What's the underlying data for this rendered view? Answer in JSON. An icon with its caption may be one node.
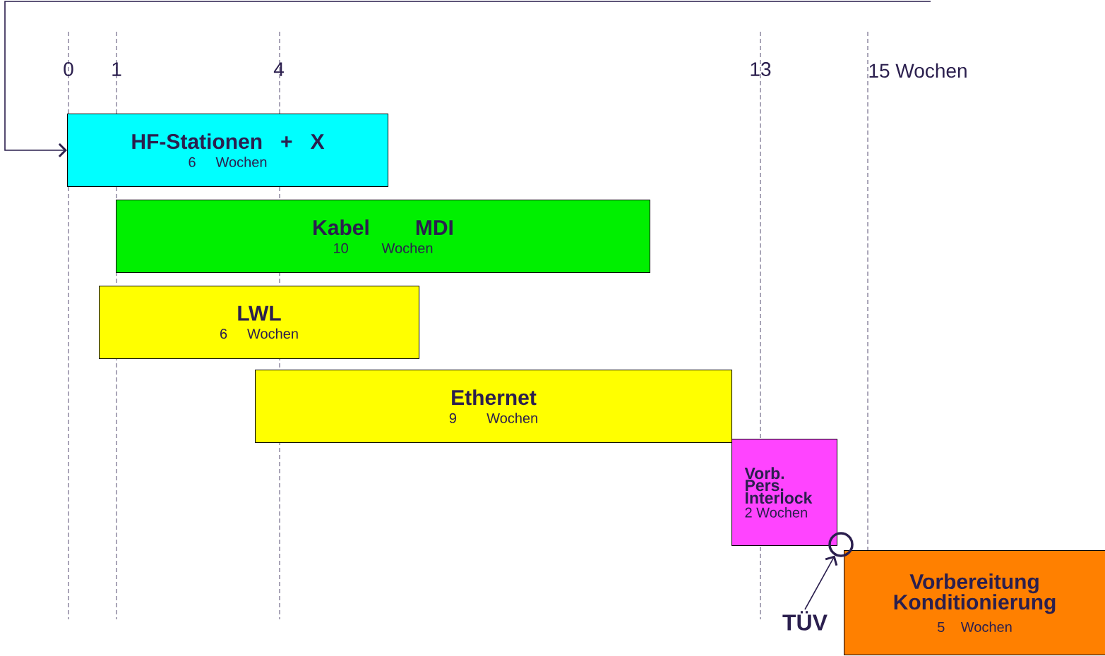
{
  "diagram": {
    "nodes": [
      {
        "text": [
          "HF-Stationen + X",
          "6 Wochen"
        ]
      },
      {
        "text": [
          "Kabel MDI",
          "10 Wochen"
        ]
      },
      {
        "text": [
          "LWL",
          "6 Wochen"
        ]
      },
      {
        "text": [
          "Ethernet",
          "9 Wochen"
        ]
      },
      {
        "text": [
          "Vorb. Pers. Interlock",
          "2 Wochen"
        ]
      },
      {
        "text": [
          "Vorbereitung Konditionierung",
          "5 Wochen"
        ]
      },
      {
        "text": [],
        "shape": "circle"
      },
      {
        "text": [
          "TÜV"
        ]
      }
    ],
    "edges": [
      {
        "from": null,
        "to": 0,
        "arrow": "to"
      },
      {
        "from": 7,
        "to": 6,
        "arrow": "to"
      }
    ],
    "labels": [
      "0",
      "1",
      "4",
      "13",
      "15 Wochen"
    ]
  }
}
